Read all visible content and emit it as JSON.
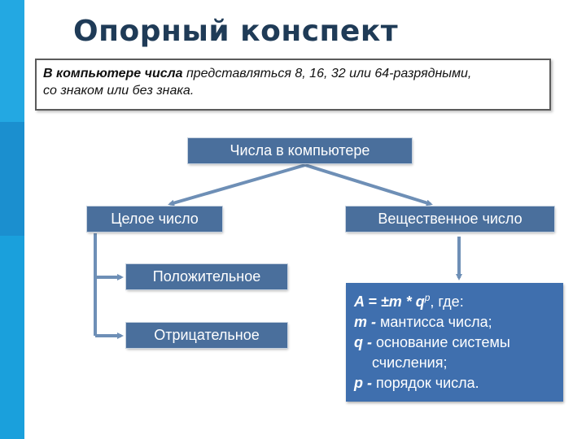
{
  "title": "Опорный конспект",
  "note": {
    "bold_part": "В компьютере числа",
    "rest_line1": " представляться  8, 16, 32 или 64-разрядными,",
    "line2": "со знаком или без знака."
  },
  "diagram": {
    "root": "Числа в компьютере",
    "integer": "Целое число",
    "real": "Вещественное число",
    "positive": "Положительное",
    "negative": "Отрицательное"
  },
  "formula": {
    "l1_var": "A = ±m * q",
    "l1_sup": "p",
    "l1_rest": ", где:",
    "l2_var": "m -",
    "l2_rest": " мантисса числа;",
    "l3_var": "q -",
    "l3_rest": " основание системы",
    "l4": "счисления;",
    "l5_var": "p -",
    "l5_rest": " порядок числа."
  },
  "colors": {
    "accent_sidebar": "#1aa0dc",
    "box_fill": "#4a6f9c",
    "formula_fill": "#3f6fae",
    "arrow": "#6e8fb6",
    "title": "#1f3b57"
  }
}
